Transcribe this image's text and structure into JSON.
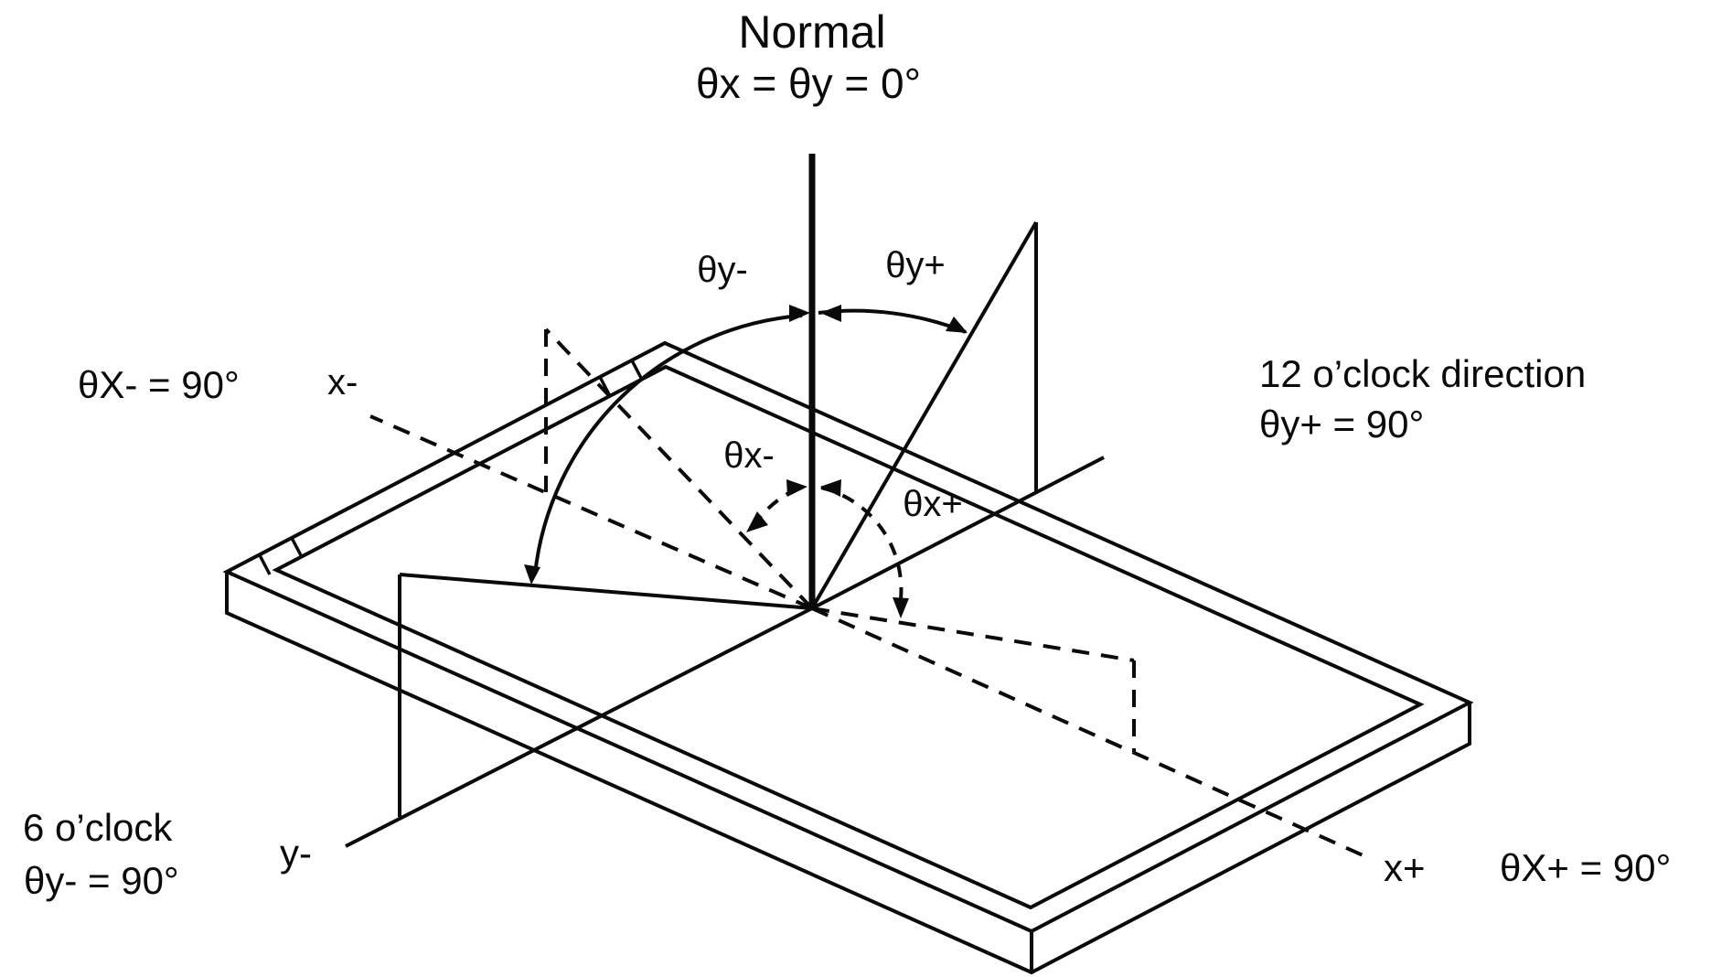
{
  "figure": {
    "title": "Normal",
    "title_equation": "θx = θy = 0°",
    "labels": {
      "theta_y_minus_arc": "θy-",
      "theta_y_plus_arc": "θy+",
      "twelve_oclock_direction": "12 o’clock direction",
      "twelve_oclock_angle": "θy+ = 90°",
      "theta_x_minus_angle": "θX- = 90°",
      "x_minus_axis": "x-",
      "theta_x_minus_arc": "θx-",
      "theta_x_plus_arc": "θx+",
      "six_oclock_direction": "6 o’clock",
      "six_oclock_angle": "θy- = 90°",
      "y_minus_axis": "y-",
      "x_plus_axis": "x+",
      "theta_x_plus_angle": "θX+ = 90°"
    },
    "angle_values": {
      "normal": "0°",
      "theta_y_plus": "90°",
      "theta_y_minus": "90°",
      "theta_x_plus": "90°",
      "theta_x_minus": "90°"
    },
    "colors": {
      "line": "#0a0a0a",
      "background": "#ffffff"
    }
  }
}
